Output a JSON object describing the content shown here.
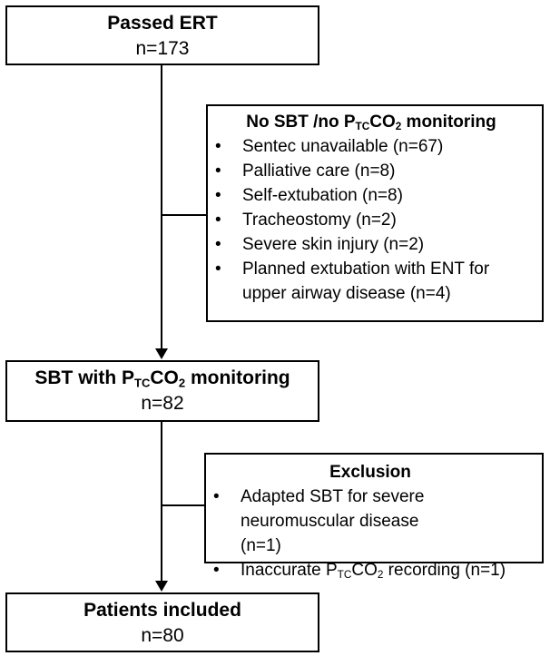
{
  "boxes": {
    "passed": {
      "title": "Passed ERT",
      "count": "n=173"
    },
    "no_sbt": {
      "title_prefix": "No SBT /no P",
      "title_sub": "TC",
      "title_mid": "CO",
      "title_sub2": "2",
      "title_suffix": " monitoring",
      "items": [
        "Sentec unavailable (n=67)",
        "Palliative care (n=8)",
        "Self-extubation (n=8)",
        "Tracheostomy (n=2)",
        "Severe skin injury (n=2)",
        "Planned extubation with ENT for upper airway disease (n=4)"
      ]
    },
    "sbt": {
      "title_prefix": "SBT with P",
      "title_sub": "TC",
      "title_mid": "CO",
      "title_sub2": "2",
      "title_suffix": " monitoring",
      "count": "n=82"
    },
    "exclusion": {
      "title": "Exclusion",
      "items": [
        "Adapted SBT for severe neuromuscular disease (n=1)"
      ],
      "item2_prefix": "Inaccurate P",
      "item2_sub": "TC",
      "item2_mid": "CO",
      "item2_sub2": "2",
      "item2_suffix": " recording (n=1)"
    },
    "included": {
      "title": "Patients included",
      "count": "n=80"
    }
  }
}
